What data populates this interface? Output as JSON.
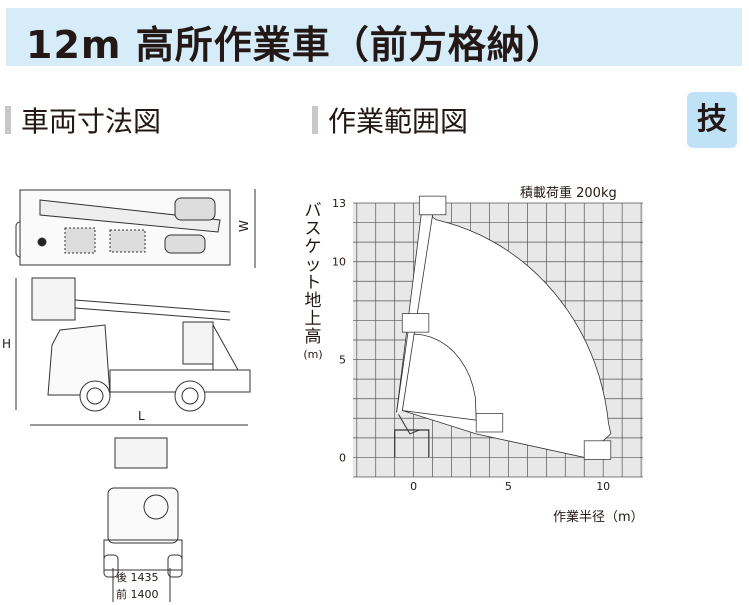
{
  "header": {
    "title": "12m 高所作業車（前方格納）"
  },
  "sections": {
    "dimensions": "車両寸法図",
    "work_range": "作業範囲図"
  },
  "badge": "技",
  "dimension_labels": {
    "width": "W",
    "height": "H",
    "length": "L",
    "rear_tread": "後 1435",
    "front_tread": "前 1400"
  },
  "chart": {
    "load_label": "積載荷重 200kg",
    "ylabel": "バスケット地上高",
    "yunit": "(m)",
    "xlabel": "作業半径（m）",
    "xticks": [
      "0",
      "5",
      "10"
    ],
    "yticks": [
      "0",
      "5",
      "10",
      "13"
    ],
    "xtick_values": [
      0,
      5,
      10
    ],
    "ytick_values": [
      0,
      5,
      10,
      13
    ],
    "xlim": [
      -3.2,
      12.1
    ],
    "ylim": [
      -1,
      13
    ],
    "colors": {
      "grid": "#555555",
      "background": "#e8e8e8",
      "envelope": "#ffffff"
    }
  }
}
